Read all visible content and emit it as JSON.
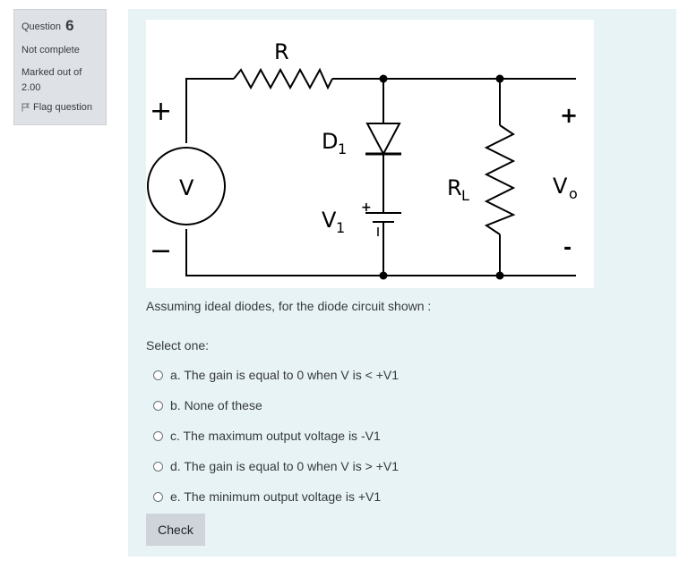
{
  "question_info": {
    "question_label": "Question",
    "question_number": "6",
    "state": "Not complete",
    "grade": "Marked out of 2.00",
    "flag_label": "Flag question"
  },
  "circuit": {
    "resistor_label": "R",
    "diode_label": "D",
    "diode_sub": "1",
    "source_label": "V",
    "battery_label": "V",
    "battery_sub": "1",
    "battery_plus": "+",
    "load_label": "R",
    "load_sub": "L",
    "output_label": "V",
    "output_sub": "o",
    "input_plus": "+",
    "input_minus": "−",
    "output_plus": "+",
    "output_minus": "-"
  },
  "question_text": "Assuming ideal diodes, for the diode circuit shown :",
  "prompt": "Select one:",
  "answers": [
    "a. The gain is equal to 0 when V is < +V1",
    "b. None of these",
    "c. The maximum output voltage is -V1",
    "d. The gain is equal to 0 when V is > +V1",
    "e. The minimum output voltage is +V1"
  ],
  "check_label": "Check"
}
